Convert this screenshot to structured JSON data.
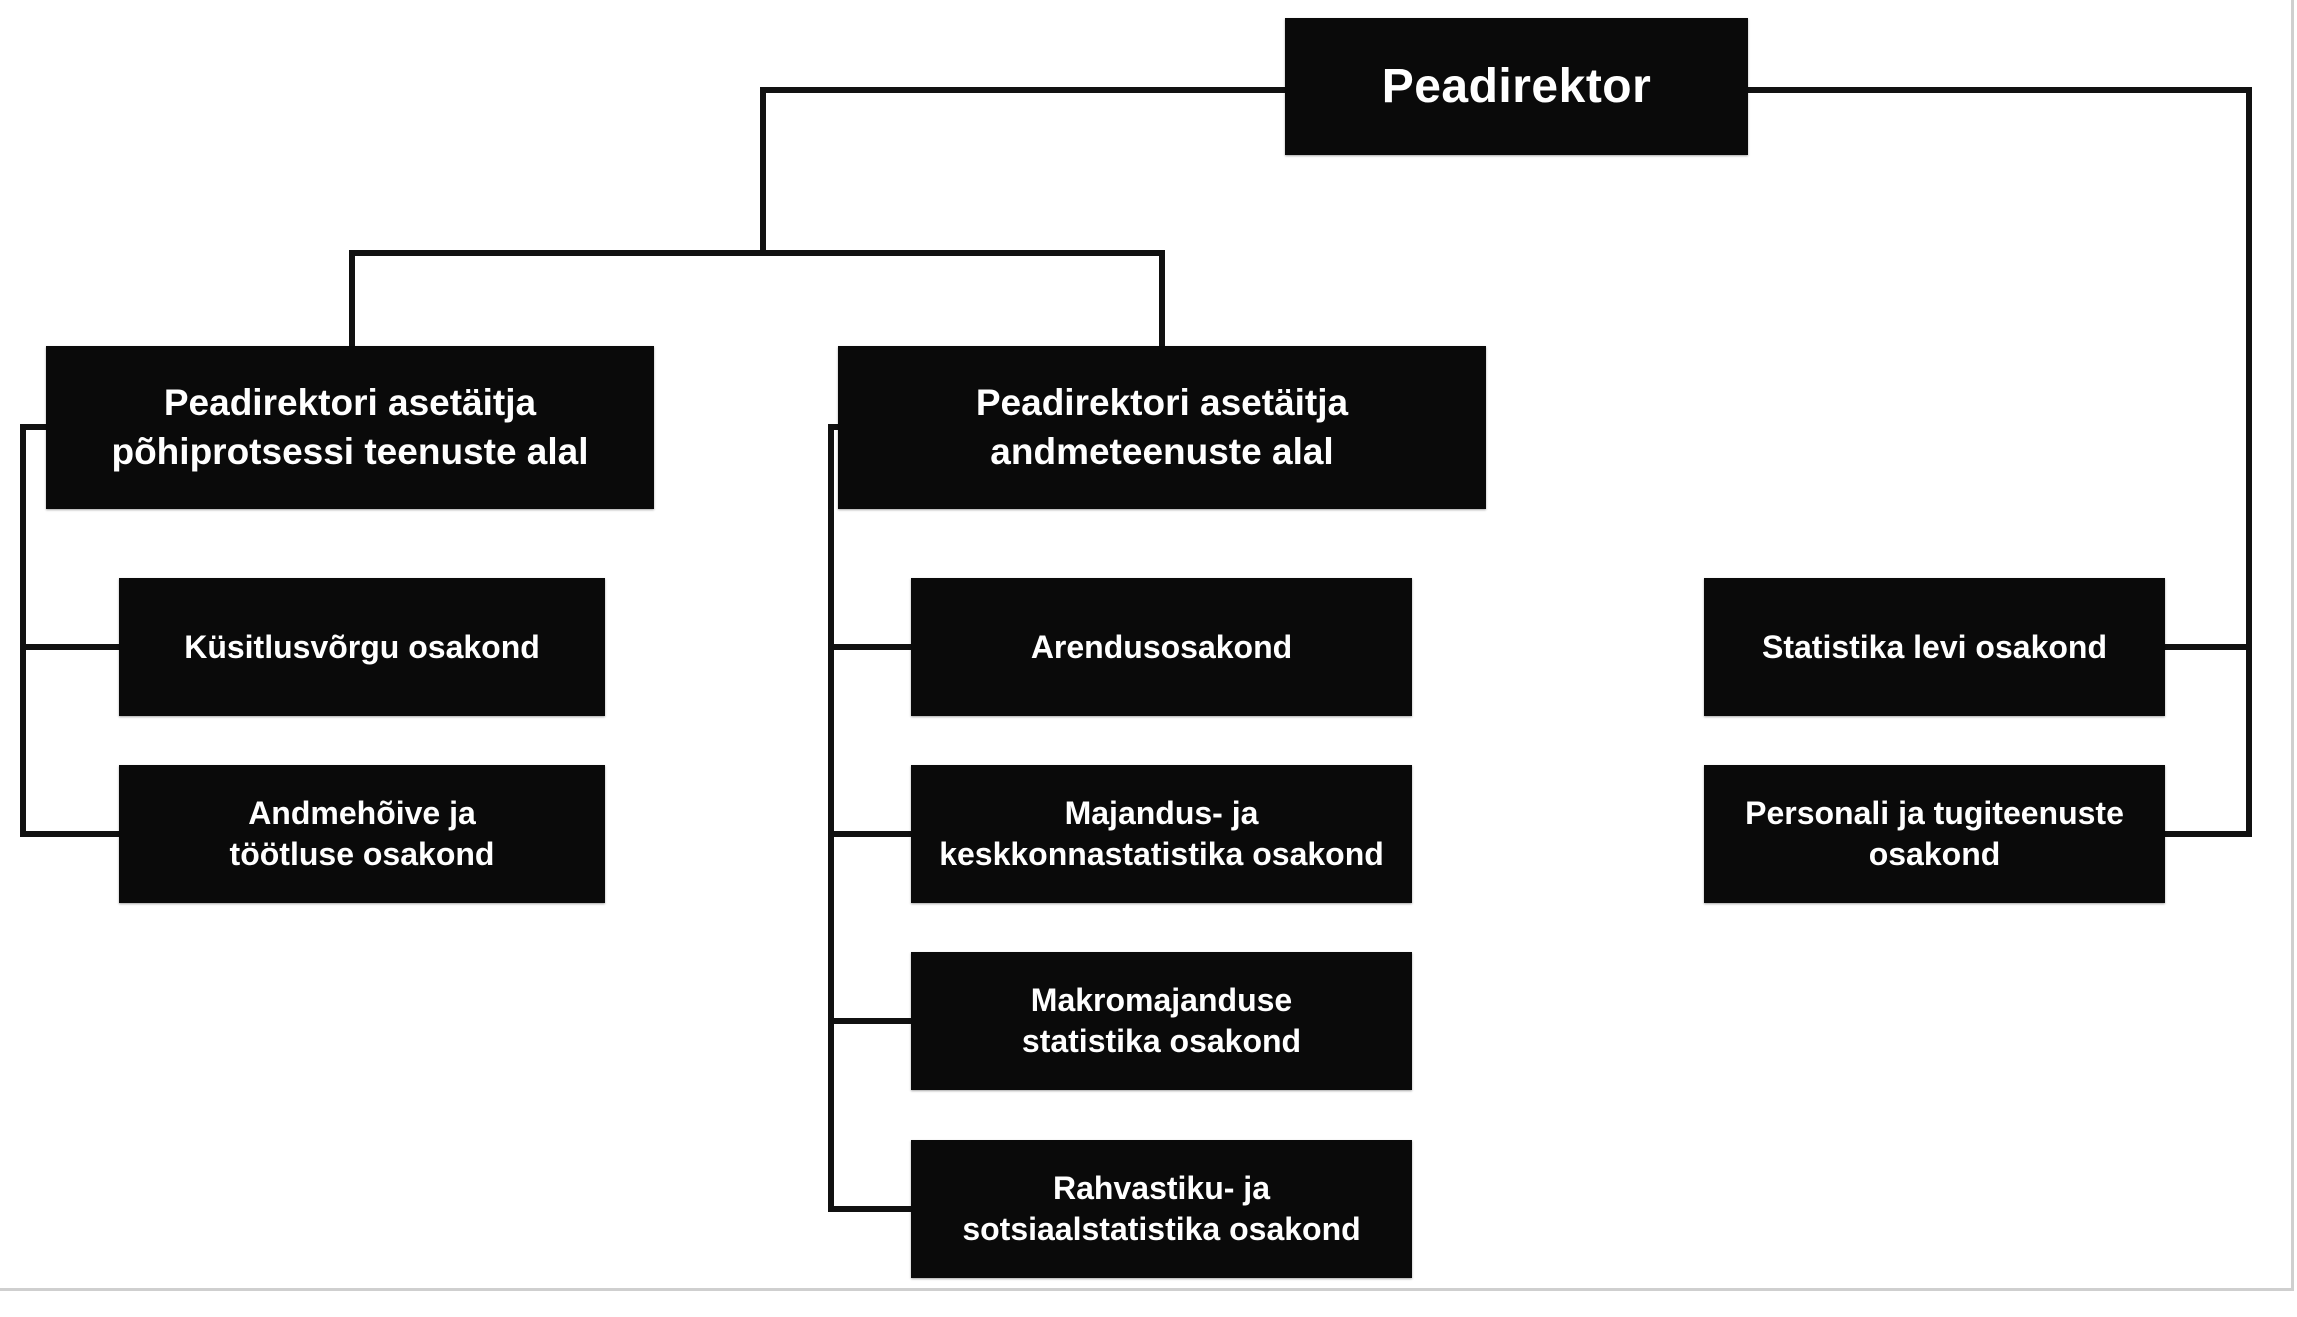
{
  "org_chart": {
    "title_node": "Peadirektor",
    "root": {
      "label": "Peadirektor"
    },
    "branches": [
      {
        "deputy": {
          "label": "Peadirektori asetäitja\npõhiprotsessi teenuste alal"
        },
        "departments": [
          {
            "label": "Küsitlusvõrgu osakond"
          },
          {
            "label": "Andmehõive ja\ntöötluse osakond"
          }
        ]
      },
      {
        "deputy": {
          "label": "Peadirektori asetäitja\nandmeteenuste alal"
        },
        "departments": [
          {
            "label": "Arendusosakond"
          },
          {
            "label": "Majandus- ja\nkeskkonnastatistika osakond"
          },
          {
            "label": "Makromajanduse\nstatistika osakond"
          },
          {
            "label": "Rahvastiku- ja\nsotsiaalstatistika osakond"
          }
        ]
      },
      {
        "deputy": null,
        "departments": [
          {
            "label": "Statistika levi osakond"
          },
          {
            "label": "Personali ja tugiteenuste\nosakond"
          }
        ]
      }
    ]
  },
  "colors": {
    "box_fill": "#0a0a0a",
    "box_text": "#ffffff",
    "line_color": "#111111",
    "frame_border": "#cfcfcf",
    "page_bg": "#ffffff"
  }
}
